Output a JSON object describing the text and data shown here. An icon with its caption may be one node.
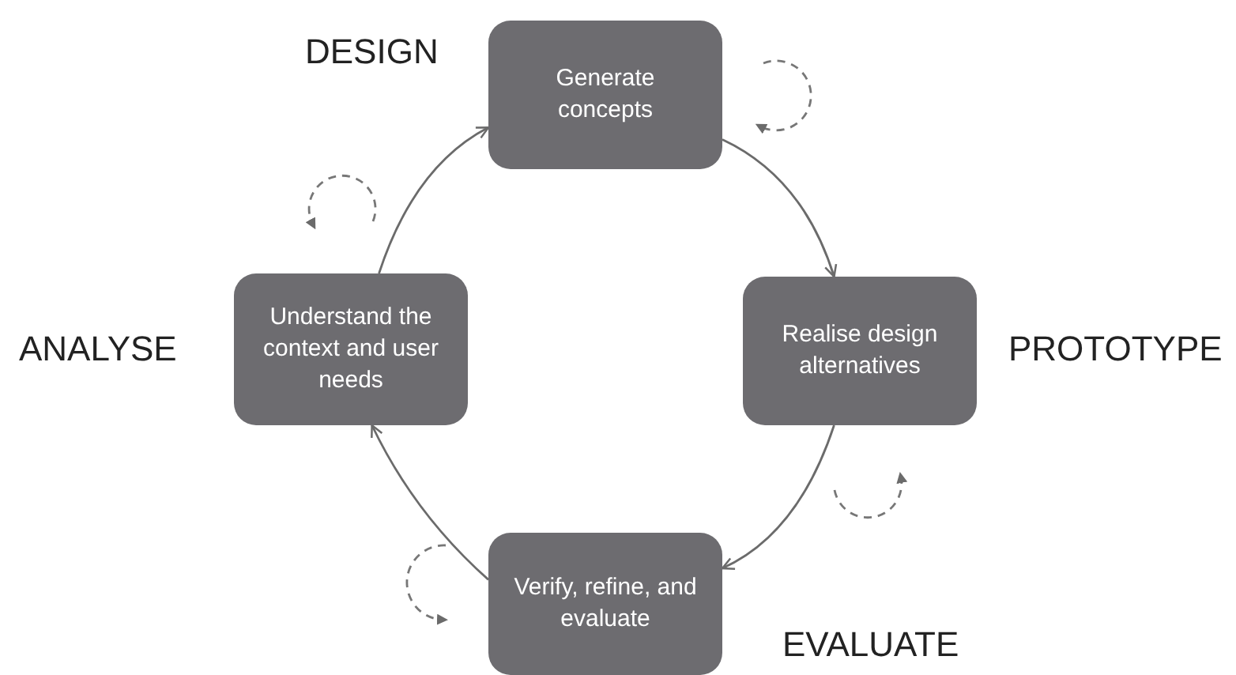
{
  "diagram": {
    "nodes": [
      {
        "text": [
          "Generate concepts"
        ],
        "beside": [
          "DESIGN"
        ]
      },
      {
        "text": [
          "Understand the context and user needs"
        ],
        "beside": [
          "ANALYSE"
        ]
      },
      {
        "text": [
          "Realise design alternatives"
        ],
        "beside": [
          "PROTOTYPE"
        ]
      },
      {
        "text": [
          "Verify, refine, and evaluate"
        ],
        "beside": [
          "EVALUATE"
        ]
      }
    ],
    "edges": [
      {
        "from": 1,
        "to": 0,
        "arrow": "to"
      },
      {
        "from": 0,
        "to": 2,
        "arrow": "to"
      },
      {
        "from": 2,
        "to": 3,
        "arrow": "to"
      },
      {
        "from": 3,
        "to": 1,
        "arrow": "to"
      }
    ]
  }
}
